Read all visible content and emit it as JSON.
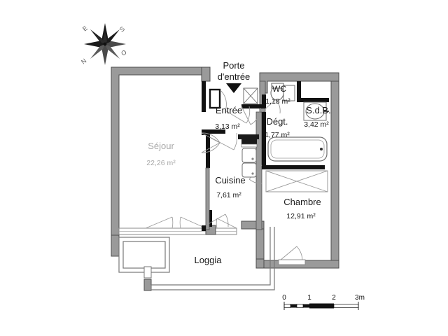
{
  "plan": {
    "rooms": [
      {
        "id": "sejour",
        "name": "Séjour",
        "area": "22,26 m²",
        "faded": true
      },
      {
        "id": "entree",
        "name": "Entrée",
        "area": "3,13 m²",
        "faded": false
      },
      {
        "id": "wc",
        "name": "WC",
        "area": "1,18 m²",
        "faded": false
      },
      {
        "id": "degt",
        "name": "Dégt.",
        "area": "1,77 m²",
        "faded": false
      },
      {
        "id": "sdb",
        "name": "S.d.B.",
        "area": "3,42 m²",
        "faded": false
      },
      {
        "id": "cuisine",
        "name": "Cuisine",
        "area": "7,61 m²",
        "faded": false
      },
      {
        "id": "chambre",
        "name": "Chambre",
        "area": "12,91 m²",
        "faded": false
      },
      {
        "id": "loggia",
        "name": "Loggia",
        "area": "",
        "faded": false
      }
    ],
    "annotations": {
      "entry_door_line1": "Porte",
      "entry_door_line2": "d'entrée",
      "entry_door_marker": "entry-arrow-icon"
    },
    "compass": {
      "icon": "compass-rose-icon",
      "labels": {
        "north": "N",
        "south": "S",
        "east": "E",
        "west": "O"
      }
    },
    "scale": {
      "ticks": [
        "0",
        "1",
        "2",
        "3m"
      ],
      "unit": "m"
    },
    "colors": {
      "wall_fill": "#9a9a9a",
      "wall_stroke": "#4d4d4d",
      "interior_wall": "#000000",
      "fixture_stroke": "#808080",
      "text": "#1a1a1a",
      "faded_text": "#a8a8a8",
      "background": "#ffffff"
    }
  }
}
